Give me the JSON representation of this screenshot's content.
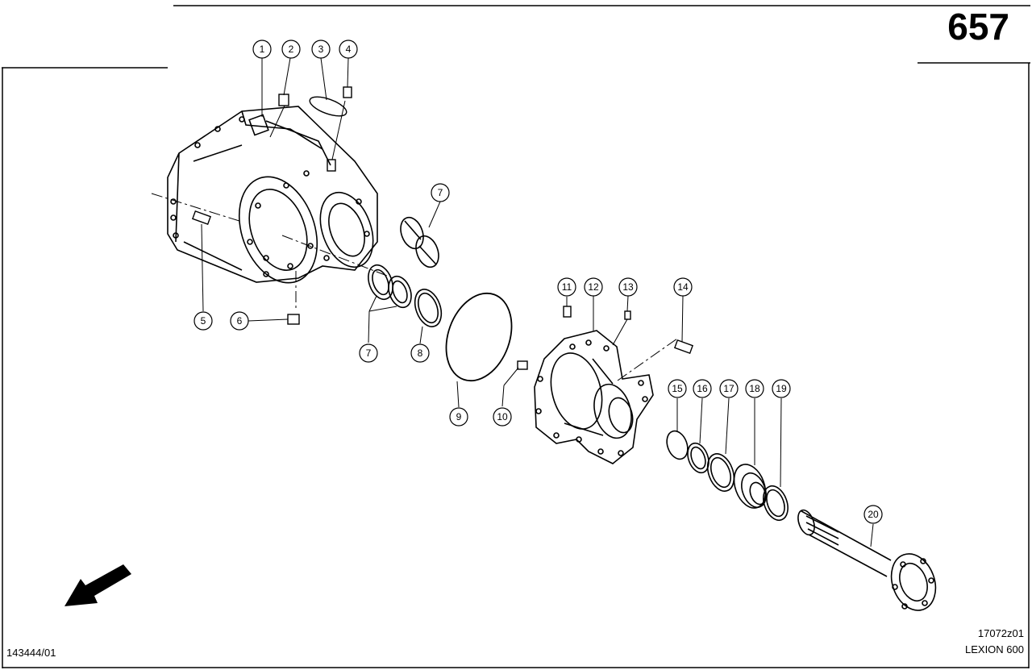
{
  "header": {
    "page_number": "657"
  },
  "footer": {
    "drawing_code": "17072z01",
    "model": "LEXION 600",
    "catalog_ref": "143444/01"
  },
  "callouts": [
    "1",
    "2",
    "3",
    "4",
    "5",
    "6",
    "7",
    "7",
    "8",
    "9",
    "10",
    "11",
    "12",
    "13",
    "14",
    "15",
    "16",
    "17",
    "18",
    "19",
    "20"
  ],
  "icons": {
    "direction": "direction-arrow-icon"
  },
  "colors": {
    "line": "#000000",
    "background": "#ffffff"
  }
}
